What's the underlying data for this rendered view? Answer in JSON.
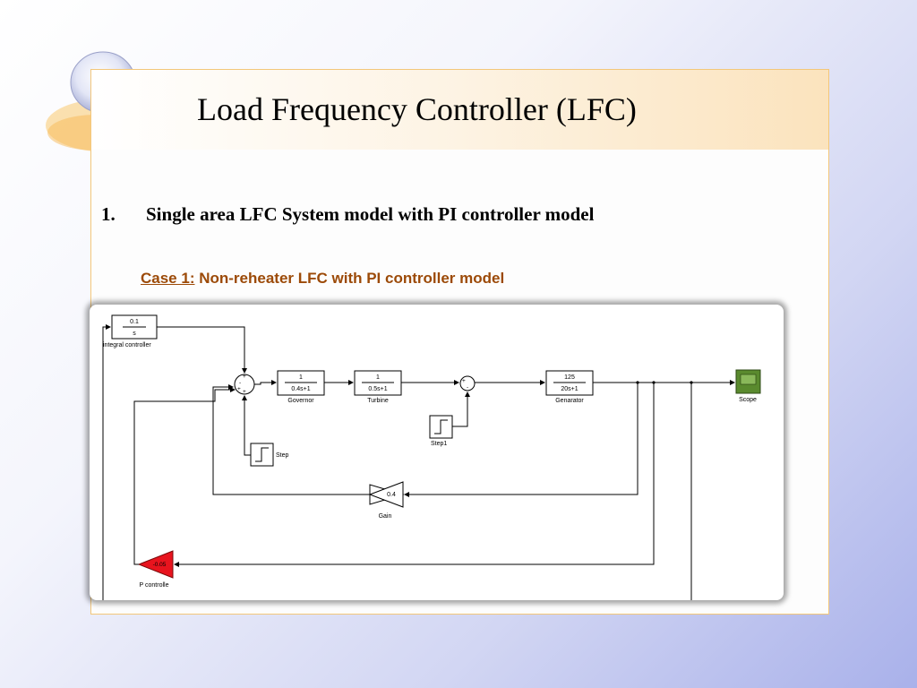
{
  "slide": {
    "title": "Load Frequency Controller (LFC)",
    "heading_number": "1.",
    "heading_text": "Single area LFC System model with PI controller model",
    "case_label": "Case 1:",
    "case_text": " Non-reheater LFC with PI controller model"
  },
  "diagram": {
    "integral_controller": {
      "numerator": "0.1",
      "denominator": "s",
      "label": "integral controller"
    },
    "sum1": {
      "signs_left": "-",
      "sign_top": "+",
      "sign_left2": "+",
      "sign_bottom": "+"
    },
    "governor": {
      "numerator": "1",
      "denominator": "0.4s+1",
      "label": "Governor"
    },
    "turbine": {
      "numerator": "1",
      "denominator": "0.5s+1",
      "label": "Turbine"
    },
    "sum2": {
      "sign_left": "+",
      "sign_bottom": "-"
    },
    "generator": {
      "numerator": "125",
      "denominator": "20s+1",
      "label": "Genarator"
    },
    "scope": {
      "label": "Scope"
    },
    "step": {
      "label": "Step"
    },
    "step1": {
      "label": "Step1"
    },
    "gain": {
      "value": "0.4",
      "label": "Gain"
    },
    "p_controller": {
      "value": "-0.05",
      "label": "P controlle"
    }
  },
  "colors": {
    "title_band": "#fbe3bd",
    "frame_border": "#f3c77a",
    "case_text": "#9c4a08",
    "scope_fill": "#5a8a2e",
    "p_controller_fill": "#e8141e"
  },
  "icons": {
    "decor": "light-bulb-icon"
  }
}
